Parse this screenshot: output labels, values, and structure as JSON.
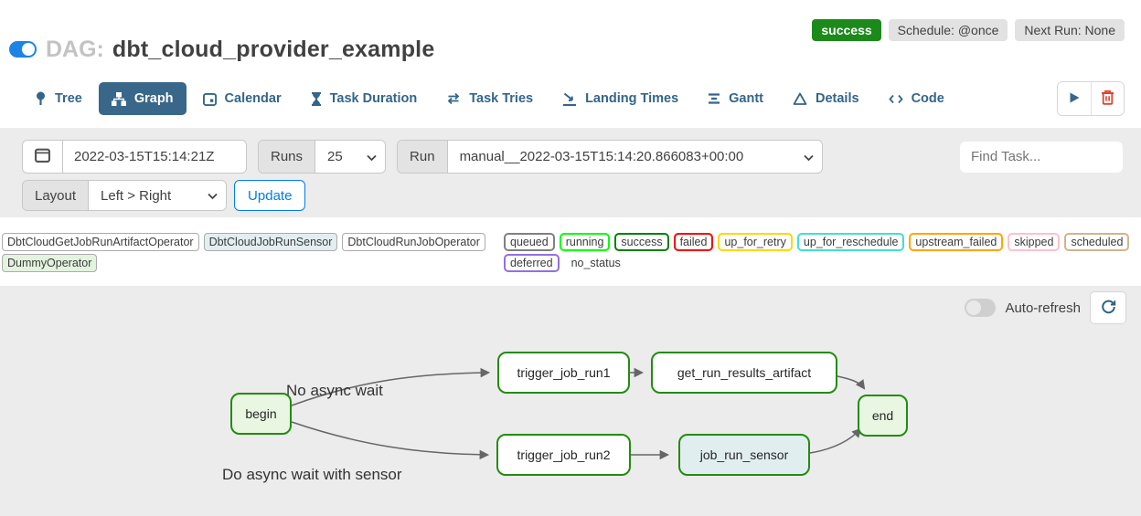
{
  "colors": {
    "accent_blue": "#017cee",
    "toggle_on_blue": "#1d84e7",
    "tab_active_bg": "#38678a",
    "tab_text": "#33658a",
    "success_badge_bg": "#1b8a1b",
    "node_border_green": "#238c10",
    "edge_gray": "#666666",
    "section_bg": "#ececec",
    "delete_red": "#e0432e"
  },
  "header": {
    "pause_toggle_on": true,
    "dag_prefix": "DAG:",
    "dag_name": "dbt_cloud_provider_example",
    "status_badge": "success",
    "schedule_badge": "Schedule: @once",
    "next_run_badge": "Next Run: None"
  },
  "tabs": [
    {
      "label": "Tree"
    },
    {
      "label": "Graph",
      "active": true
    },
    {
      "label": "Calendar"
    },
    {
      "label": "Task Duration"
    },
    {
      "label": "Task Tries"
    },
    {
      "label": "Landing Times"
    },
    {
      "label": "Gantt"
    },
    {
      "label": "Details"
    },
    {
      "label": "Code"
    }
  ],
  "filters": {
    "base_date_value": "2022-03-15T15:14:21Z",
    "runs_label": "Runs",
    "runs_value": "25",
    "run_label": "Run",
    "run_value": "manual__2022-03-15T15:14:20.866083+00:00",
    "find_task_placeholder": "Find Task...",
    "layout_label": "Layout",
    "layout_value": "Left > Right",
    "update_button_label": "Update"
  },
  "legend": {
    "operators": [
      {
        "label": "DbtCloudGetJobRunArtifactOperator",
        "fill": "#ffffff"
      },
      {
        "label": "DbtCloudJobRunSensor",
        "fill": "#e2eef0"
      },
      {
        "label": "DbtCloudRunJobOperator",
        "fill": "#ffffff"
      },
      {
        "label": "DummyOperator",
        "fill": "#e3f3df"
      }
    ],
    "states": [
      {
        "label": "queued",
        "color": "#808080"
      },
      {
        "label": "running",
        "color": "#00ff00"
      },
      {
        "label": "success",
        "color": "#008000"
      },
      {
        "label": "failed",
        "color": "#ff0000"
      },
      {
        "label": "up_for_retry",
        "color": "#ffd700"
      },
      {
        "label": "up_for_reschedule",
        "color": "#40e0d0"
      },
      {
        "label": "upstream_failed",
        "color": "#ffa500"
      },
      {
        "label": "skipped",
        "color": "#ffc0cb"
      },
      {
        "label": "scheduled",
        "color": "#d2b48c"
      },
      {
        "label": "deferred",
        "color": "#9370db"
      },
      {
        "label": "no_status",
        "color": "transparent"
      }
    ]
  },
  "graph": {
    "auto_refresh_label": "Auto-refresh",
    "auto_refresh_on": false,
    "nodes": [
      {
        "id": "begin",
        "label": "begin",
        "fill": "#e9f7e2"
      },
      {
        "id": "trigger_job_run1",
        "label": "trigger_job_run1",
        "fill": "#ffffff"
      },
      {
        "id": "get_run_results_artifact",
        "label": "get_run_results_artifact",
        "fill": "#ffffff"
      },
      {
        "id": "end",
        "label": "end",
        "fill": "#e9f7e2"
      },
      {
        "id": "trigger_job_run2",
        "label": "trigger_job_run2",
        "fill": "#ffffff"
      },
      {
        "id": "job_run_sensor",
        "label": "job_run_sensor",
        "fill": "#e1eef0"
      }
    ],
    "edge_labels": [
      {
        "text": "No async wait"
      },
      {
        "text": "Do async wait with sensor"
      }
    ],
    "edges": [
      [
        "begin",
        "trigger_job_run1"
      ],
      [
        "begin",
        "trigger_job_run2"
      ],
      [
        "trigger_job_run1",
        "get_run_results_artifact"
      ],
      [
        "get_run_results_artifact",
        "end"
      ],
      [
        "trigger_job_run2",
        "job_run_sensor"
      ],
      [
        "job_run_sensor",
        "end"
      ]
    ]
  }
}
